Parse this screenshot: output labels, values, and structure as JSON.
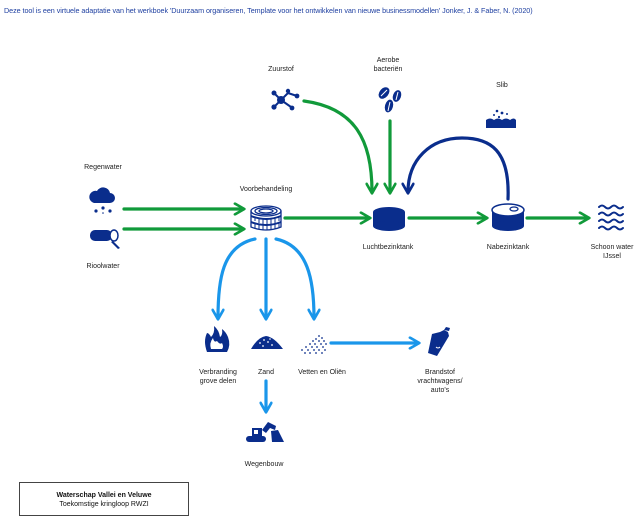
{
  "header": {
    "attribution": "Deze tool is een virtuele adaptatie van het werkboek 'Duurzaam organiseren, Template voor het ontwikkelen van nieuwe businessmodellen' Jonker, J. & Faber, N. (2020)"
  },
  "colors": {
    "icon_navy": "#0a2d8c",
    "flow_green": "#119a3a",
    "flow_light_blue": "#1a96ea",
    "flow_dark_blue": "#0a2d8c",
    "header_text": "#1e3fa0"
  },
  "nodes": {
    "regenwater": {
      "label": "Regenwater",
      "icon": "rain-cloud-icon"
    },
    "rioolwater": {
      "label": "Rioolwater",
      "icon": "sewer-pipe-icon"
    },
    "zuurstof": {
      "label": "Zuurstof",
      "icon": "molecule-icon"
    },
    "aerobe_bacterien": {
      "label_line1": "Aerobe",
      "label_line2": "bacteriën",
      "icon": "bacteria-icon"
    },
    "slib": {
      "label": "Slib",
      "icon": "sludge-icon"
    },
    "voorbehandeling": {
      "label": "Voorbehandeling",
      "icon": "coil-filter-icon"
    },
    "luchtbezinktank": {
      "label": "Luchtbezinktank",
      "icon": "tank-icon"
    },
    "nabezinktank": {
      "label": "Nabezinktank",
      "icon": "settling-tank-icon"
    },
    "schoon_water": {
      "label_line1": "Schoon water",
      "label_line2": "IJssel",
      "icon": "water-waves-icon"
    },
    "verbranding": {
      "label_line1": "Verbranding",
      "label_line2": "grove delen",
      "icon": "flame-icon"
    },
    "zand": {
      "label": "Zand",
      "icon": "sand-pile-icon"
    },
    "vetten": {
      "label": "Vetten en Oliën",
      "icon": "oil-dots-icon"
    },
    "brandstof": {
      "label_line1": "Brandstof",
      "label_line2": "vrachtwagens/",
      "label_line3": "auto's",
      "icon": "fuel-nozzle-icon"
    },
    "wegenbouw": {
      "label": "Wegenbouw",
      "icon": "excavator-icon"
    }
  },
  "flows": [
    {
      "from": "Regenwater",
      "to": "Voorbehandeling",
      "color": "green"
    },
    {
      "from": "Rioolwater",
      "to": "Voorbehandeling",
      "color": "green"
    },
    {
      "from": "Voorbehandeling",
      "to": "Luchtbezinktank",
      "color": "green"
    },
    {
      "from": "Zuurstof",
      "to": "Luchtbezinktank",
      "color": "green"
    },
    {
      "from": "Aerobe bacteriën",
      "to": "Luchtbezinktank",
      "color": "green"
    },
    {
      "from": "Nabezinktank",
      "to": "Luchtbezinktank",
      "color": "dark-blue"
    },
    {
      "from": "Luchtbezinktank",
      "to": "Nabezinktank",
      "color": "green"
    },
    {
      "from": "Nabezinktank",
      "to": "Schoon water IJssel",
      "color": "green"
    },
    {
      "from": "Voorbehandeling",
      "to": "Verbranding grove delen",
      "color": "light-blue"
    },
    {
      "from": "Voorbehandeling",
      "to": "Zand",
      "color": "light-blue"
    },
    {
      "from": "Voorbehandeling",
      "to": "Vetten en Oliën",
      "color": "light-blue"
    },
    {
      "from": "Vetten en Oliën",
      "to": "Brandstof vrachtwagens/auto's",
      "color": "light-blue"
    },
    {
      "from": "Zand",
      "to": "Wegenbouw",
      "color": "light-blue"
    }
  ],
  "legend": {
    "title": "Waterschap Vallei en Veluwe",
    "subtitle": "Toekomstige kringloop RWZI"
  }
}
